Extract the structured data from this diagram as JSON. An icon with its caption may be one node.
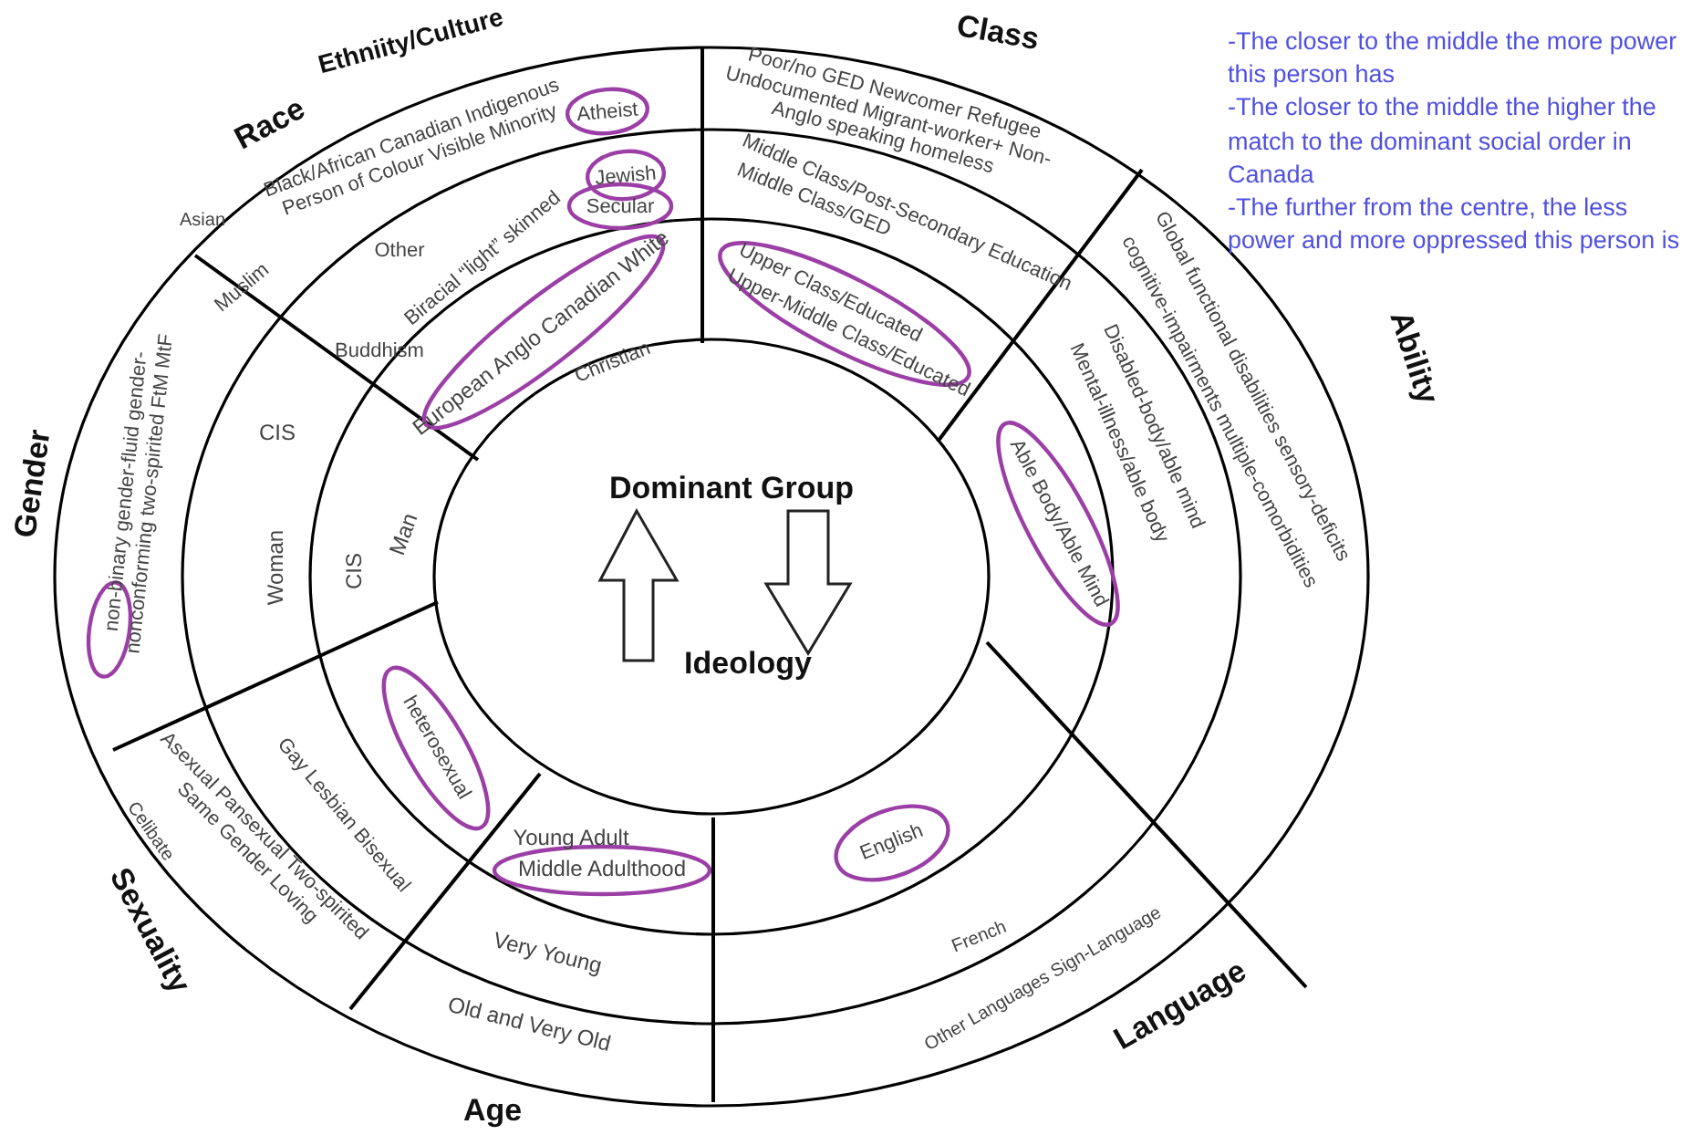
{
  "diagram": {
    "labels": [
      "Race",
      "Ethniity/Culture",
      "Class",
      "-The closer to the middle the more power this person has",
      "-The closer to the middle the higher the match to the dominant social order in Canada",
      "-The further from the centre, the less power and more oppressed this person is",
      "Black/African Canadian Indigenous Person of Colour Visible Minority",
      "Asian",
      "Atheist",
      "Jewish",
      "Secular",
      "Other",
      "Biracial “light” skinned",
      "Muslim",
      "Buddhism",
      "European Anglo Canadian White",
      "Christian",
      "Poor/no GED Newcomer Refugee Undocumented Migrant-worker+ Non-Anglo speaking homeless",
      "Middle Class/Post-Secondary Education",
      "Middle Class/GED",
      "Upper Class/Educated",
      "Upper-Middle Class/Educated",
      "Ability",
      "Global functional disabilities sensory-deficits",
      "cognitive-impairments multiple-comorbidities",
      "Disabled-body/able mind",
      "Mental-illness/able body",
      "Able Body/Able Mind",
      "Gender",
      "non-binary gender-fluid gender-nonconforming two-spirited FtM MtF",
      "CIS",
      "Woman",
      "CIS",
      "Man",
      "Dominant Group",
      "Ideology",
      "heterosexual",
      "Gay Lesbian Bisexual",
      "Asexual Pansexual Two-spirited Same Gender Loving",
      "Celibate",
      "Sexuality",
      "Young Adult",
      "Middle Adulthood",
      "Very Young",
      "Old and Very Old",
      "English",
      "French",
      "Other Languages Sign-Language",
      "Language",
      "Age"
    ]
  }
}
